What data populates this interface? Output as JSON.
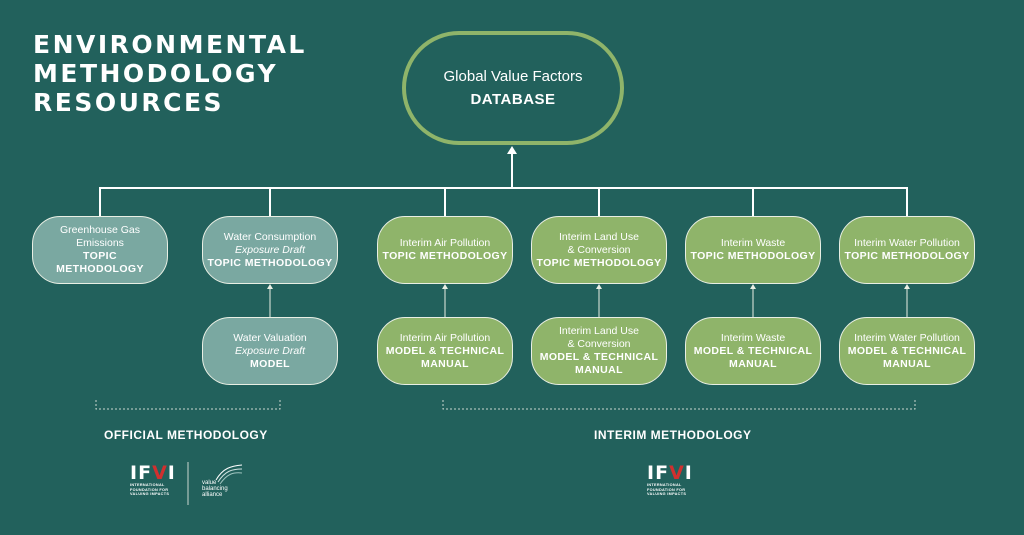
{
  "title": {
    "line1": "ENVIRONMENTAL",
    "line2": "METHODOLOGY",
    "line3": "RESOURCES"
  },
  "database": {
    "line1": "Global Value Factors",
    "line2": "DATABASE"
  },
  "topics": [
    {
      "line1": "Greenhouse Gas",
      "line2": "Emissions",
      "line3": "TOPIC",
      "line4": "METHODOLOGY"
    },
    {
      "line1": "Water Consumption",
      "line2": "Exposure Draft",
      "line3": "TOPIC METHODOLOGY"
    },
    {
      "line1": "Interim Air Pollution",
      "line2": "TOPIC METHODOLOGY"
    },
    {
      "line1": "Interim Land Use",
      "line2": "& Conversion",
      "line3": "TOPIC METHODOLOGY"
    },
    {
      "line1": "Interim Waste",
      "line2": "TOPIC METHODOLOGY"
    },
    {
      "line1": "Interim Water Pollution",
      "line2": "TOPIC METHODOLOGY"
    }
  ],
  "models": [
    {
      "line1": "Water Valuation",
      "line2": "Exposure Draft",
      "line3": "MODEL"
    },
    {
      "line1": "Interim Air Pollution",
      "line2": "MODEL & TECHNICAL",
      "line3": "MANUAL"
    },
    {
      "line1": "Interim Land Use",
      "line2": "& Conversion",
      "line3": "MODEL & TECHNICAL",
      "line4": "MANUAL"
    },
    {
      "line1": "Interim Waste",
      "line2": "MODEL & TECHNICAL",
      "line3": "MANUAL"
    },
    {
      "line1": "Interim Water Pollution",
      "line2": "MODEL & TECHNICAL",
      "line3": "MANUAL"
    }
  ],
  "groups": {
    "official": "OFFICIAL METHODOLOGY",
    "interim": "INTERIM METHODOLOGY"
  },
  "logos": {
    "ifvi_part1": "IF",
    "ifvi_v": "V",
    "ifvi_part2": "I",
    "ifvi_sub1": "INTERNATIONAL",
    "ifvi_sub2": "FOUNDATION FOR",
    "ifvi_sub3": "VALUING IMPACTS",
    "vba1": "value",
    "vba2": "balancing",
    "vba3": "alliance"
  },
  "colors": {
    "background": "#22615c",
    "official_box": "#7aa8a1",
    "interim_box": "#8fb46a",
    "accent_red": "#d0302f"
  }
}
